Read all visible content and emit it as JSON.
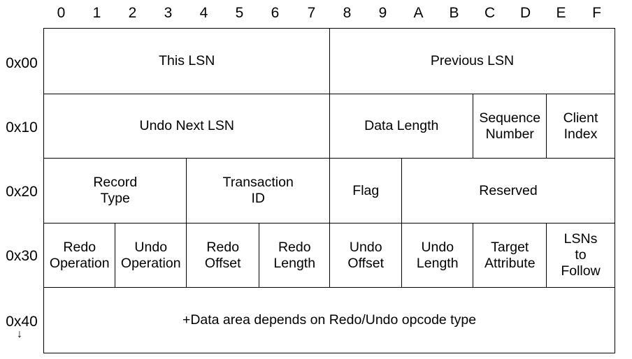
{
  "column_headers": [
    "0",
    "1",
    "2",
    "3",
    "4",
    "5",
    "6",
    "7",
    "8",
    "9",
    "A",
    "B",
    "C",
    "D",
    "E",
    "F"
  ],
  "row_headers": [
    "0x00",
    "0x10",
    "0x20",
    "0x30",
    "0x40"
  ],
  "continuation_arrow": "↓",
  "fields": {
    "this_lsn": "This LSN",
    "previous_lsn": "Previous LSN",
    "undo_next_lsn": "Undo Next LSN",
    "data_length": "Data Length",
    "sequence_number": "Sequence\nNumber",
    "client_index": "Client\nIndex",
    "record_type": "Record\nType",
    "transaction_id": "Transaction\nID",
    "flag": "Flag",
    "reserved": "Reserved",
    "redo_operation": "Redo\nOperation",
    "undo_operation": "Undo\nOperation",
    "redo_offset": "Redo\nOffset",
    "redo_length": "Redo\nLength",
    "undo_offset": "Undo\nOffset",
    "undo_length": "Undo\nLength",
    "target_attribute": "Target\nAttribute",
    "lsns_to_follow": "LSNs\nto\nFollow",
    "data_area": "+Data area depends on Redo/Undo opcode type"
  }
}
